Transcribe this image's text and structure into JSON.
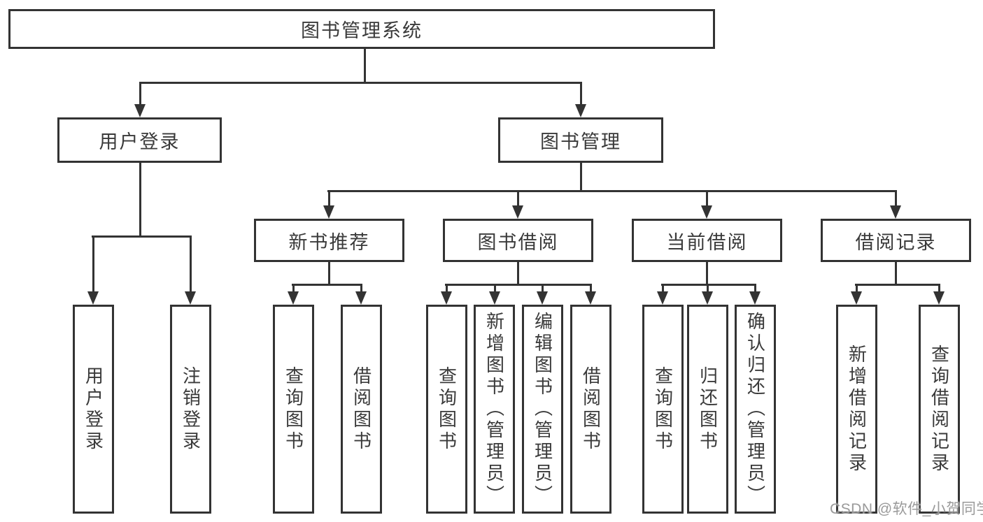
{
  "nodes": {
    "root": "图书管理系统",
    "user_login": "用户登录",
    "book_management": "图书管理",
    "new_book_recommend": "新书推荐",
    "book_borrowing": "图书借阅",
    "current_borrowing": "当前借阅",
    "borrowing_records": "借阅记录",
    "login": "用户登录",
    "logout": "注销登录",
    "query_books_1": "查询图书",
    "borrow_books_1": "借阅图书",
    "query_books_2": "查询图书",
    "add_books_admin": "新增图书（管理员）",
    "edit_books_admin": "编辑图书（管理员）",
    "borrow_books_2": "借阅图书",
    "query_books_3": "查询图书",
    "return_books": "归还图书",
    "confirm_return_admin": "确认归还（管理员）",
    "add_borrow_record": "新增借阅记录",
    "query_borrow_record": "查询借阅记录"
  },
  "watermark": "CSDN @软件_小贺同学",
  "colors": {
    "line": "#333333",
    "border": "#2e2e2e",
    "text": "#3a3a3a",
    "watermark": "#9a9a9a",
    "background": "#ffffff"
  }
}
